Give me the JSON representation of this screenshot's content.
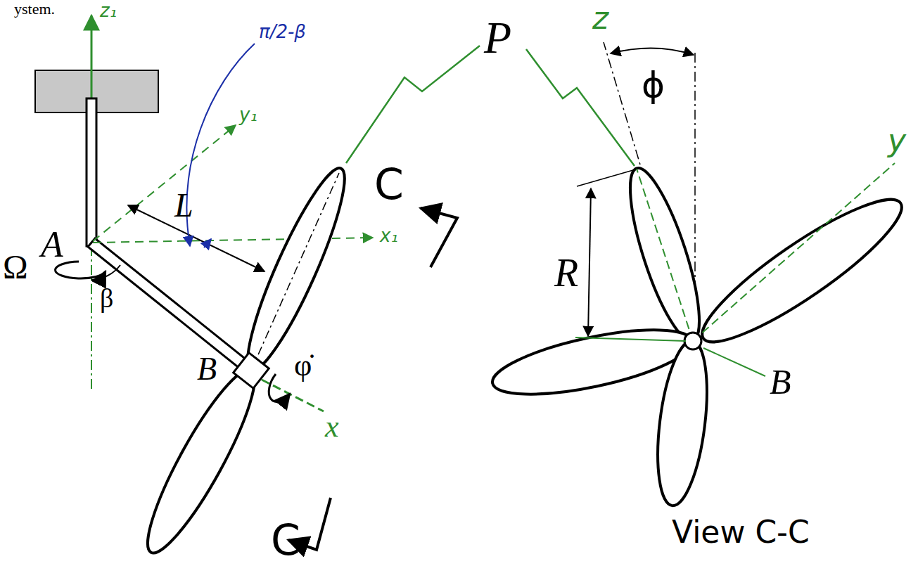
{
  "diagram": {
    "labels": [
      "ystem.",
      "z₁",
      "y₁",
      "π/2-β",
      "x₁",
      "A",
      "L",
      "Ω",
      "β",
      "B",
      "φ̇",
      "x",
      "C",
      "C",
      "P",
      "z",
      "ϕ",
      "R",
      "y",
      "B",
      "View C-C"
    ]
  }
}
